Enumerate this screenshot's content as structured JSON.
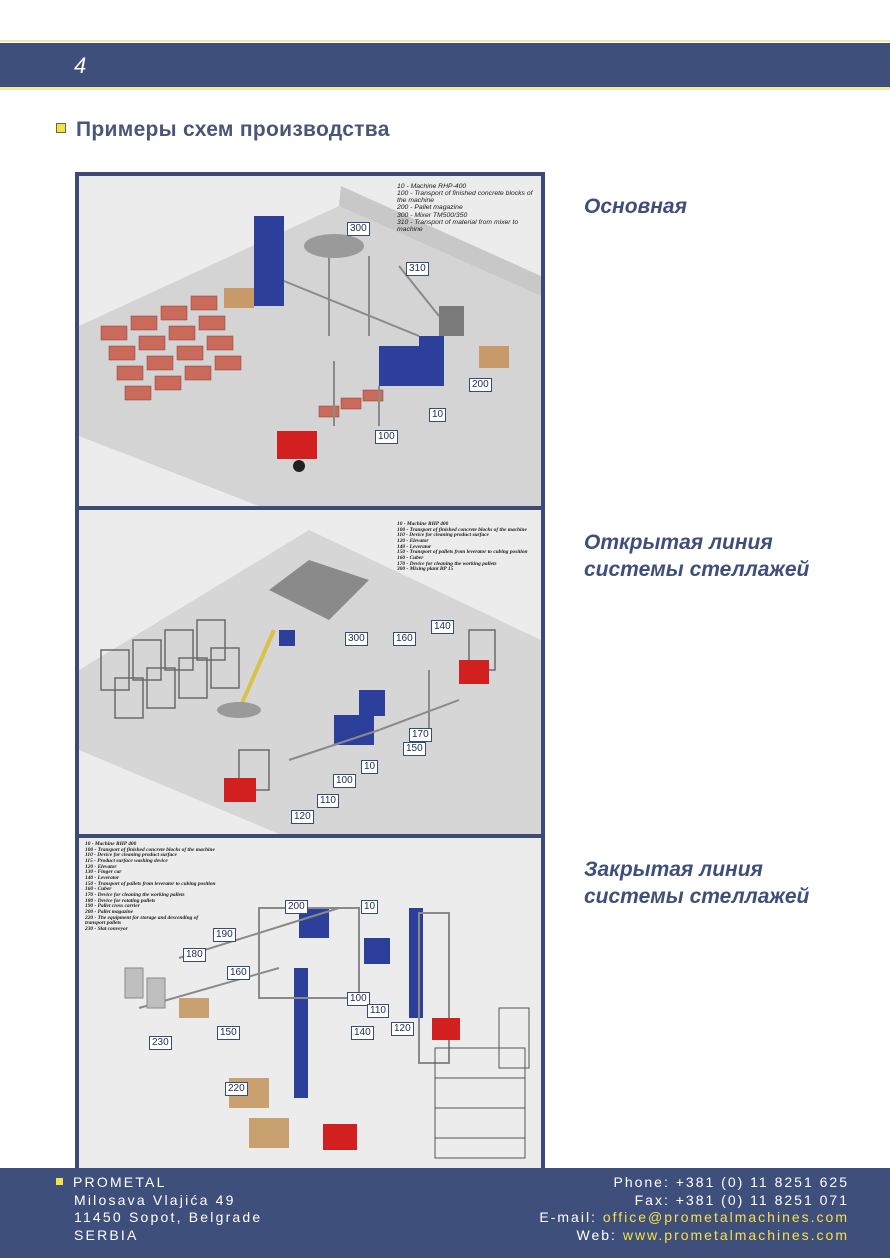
{
  "header": {
    "page_number": "4"
  },
  "section_title": "Примеры схем производства",
  "panels": [
    {
      "caption": "Основная",
      "legend": [
        "10 - Machine RHP-400",
        "100 - Transport of finished concrete blocks of the machine",
        "200 - Pallet magazine",
        "300 - Mixer TM500/350",
        "310 - Transport of material from mixer to machine"
      ],
      "tags": [
        "300",
        "310",
        "200",
        "10",
        "100"
      ]
    },
    {
      "caption_lines": [
        "Открытая линия",
        "системы стеллажей"
      ],
      "legend": [
        "10 - Machine RHP 400",
        "100 - Transport of finished concrete blocks of the machine",
        "110 - Device for cleaning product surface",
        "120 - Elevator",
        "140 - Leverator",
        "150 - Transport of pallets from leverator to cubing position",
        "160 - Cuber",
        "170 - Device for cleaning the working pallets",
        "300 - Mixing plant BP 15"
      ],
      "tags": [
        "300",
        "160",
        "140",
        "170",
        "150",
        "10",
        "100",
        "110",
        "120"
      ]
    },
    {
      "caption_lines": [
        "Закрытая линия",
        "системы стеллажей"
      ],
      "legend": [
        "10 - Machine RHP 400",
        "100 - Transport of finished concrete blocks of the machine",
        "110 - Device for cleaning product surface",
        "115 - Product surface washing device",
        "120 - Elevator",
        "130 - Finger car",
        "140 - Leverator",
        "150 - Transport of pallets from leverator to cubing position",
        "160 - Cuber",
        "170 - Device for cleaning the working pallets",
        "180 - Device for rotating pallets",
        "190 - Pallet cross carrier",
        "200 - Pallet magazine",
        "220 - The equipment for storage and descending of",
        "transport pallets",
        "230 - Slat conveyor"
      ],
      "tags": [
        "200",
        "10",
        "190",
        "180",
        "160",
        "100",
        "110",
        "120",
        "150",
        "140",
        "230",
        "220"
      ]
    }
  ],
  "footer": {
    "company": "PROMETAL",
    "address_lines": [
      "Milosava Vlajića 49",
      "11450 Sopot, Belgrade",
      "SERBIA"
    ],
    "phone_label": "Phone:",
    "phone": "+381 (0) 11 8251 625",
    "fax_label": "Fax:",
    "fax": "+381 (0) 11 8251 071",
    "email_label": "E-mail:",
    "email": "office@prometalmachines.com",
    "web_label": "Web:",
    "web": "www.prometalmachines.com"
  },
  "colors": {
    "header_bar": "#3f4f7b",
    "accent_yellow": "#f4e04c",
    "caption": "#3f4f7b",
    "frame": "#3b4b78"
  }
}
